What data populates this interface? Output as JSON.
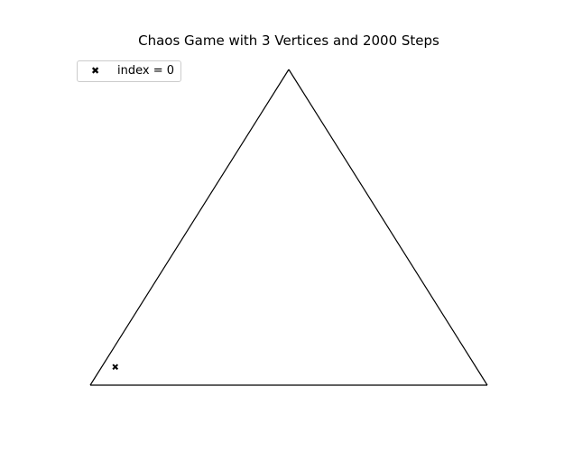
{
  "colors": {
    "background": "#ffffff",
    "ink": "#000000",
    "legend_border": "#cccccc"
  },
  "chart_data": {
    "type": "scatter",
    "title": "Chaos Game with 3 Vertices and 2000 Steps",
    "xlabel": "",
    "ylabel": "",
    "axes_visible": false,
    "grid": false,
    "xlim": [
      0,
      1
    ],
    "ylim": [
      0,
      0.866
    ],
    "legend": {
      "placement": "upper-left",
      "entries": [
        "index = 0"
      ]
    },
    "marker_glyph": "✖",
    "vertices": [
      {
        "x": 0.0,
        "y": 0.0
      },
      {
        "x": 1.0,
        "y": 0.0
      },
      {
        "x": 0.5,
        "y": 0.866
      }
    ],
    "series": [
      {
        "name": "index = 0",
        "marker": "x",
        "points": [
          {
            "x": 0.063,
            "y": 0.05
          }
        ]
      }
    ]
  }
}
